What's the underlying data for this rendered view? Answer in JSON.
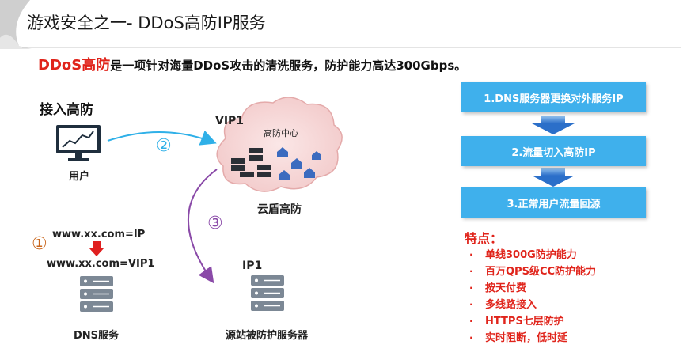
{
  "title": "游戏安全之一- DDoS高防IP服务",
  "intro": {
    "brand": "DDoS高防",
    "text": "是一项针对海量DDoS攻击的清洗服务，防护能力高达300Gbps。"
  },
  "diagram": {
    "access_label": "接入高防",
    "user_label": "用户",
    "vip_label": "VIP1",
    "center_label": "高防中心",
    "cloud_name": "云盾高防",
    "step2": "②",
    "step3": "③",
    "step1": "①",
    "dns_before": "www.xx.com=IP",
    "dns_after": "www.xx.com=VIP1",
    "dns_label": "DNS服务",
    "ip_label": "IP1",
    "origin_label": "源站被防护服务器"
  },
  "steps": [
    "1.DNS服务器更换对外服务IP",
    "2.流量切入高防IP",
    "3.正常用户流量回源"
  ],
  "features": {
    "title": "特点：",
    "items": [
      "单线300G防护能力",
      "百万QPS级CC防护能力",
      "按天付费",
      "多线路接入",
      "HTTPS七层防护",
      "实时阻断，低时延"
    ]
  },
  "colors": {
    "accent_red": "#e0241b",
    "step_blue": "#3fb0ec",
    "arrow_cyan": "#2fb0e8",
    "arrow_purple": "#8a4aa8",
    "circle_orange": "#c8651b"
  }
}
